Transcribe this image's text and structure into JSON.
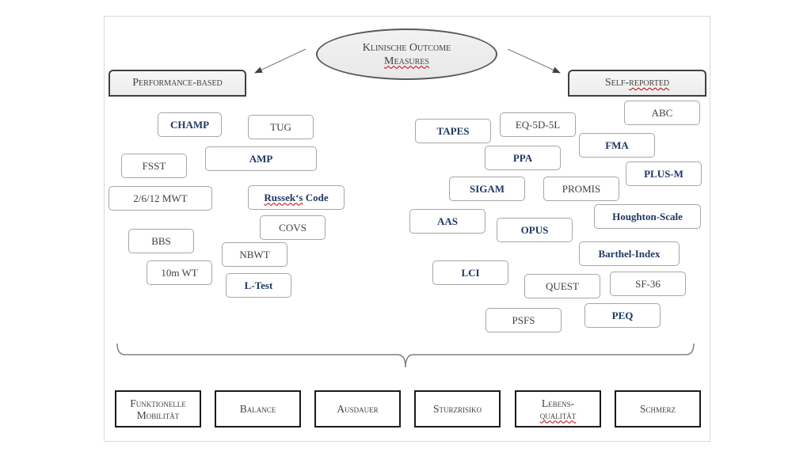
{
  "diagram": {
    "root": {
      "line1": "Klinische Outcome",
      "line2": "Measures"
    },
    "categories": {
      "performance": "Performance-based",
      "self_reported_prefix": "Self-",
      "self_reported_suffix": "reported"
    },
    "performance_measures": [
      {
        "label": "CHAMP",
        "style": "blue"
      },
      {
        "label": "TUG",
        "style": "plain"
      },
      {
        "label": "AMP",
        "style": "blue"
      },
      {
        "label": "FSST",
        "style": "plain"
      },
      {
        "label": "2/6/12 MWT",
        "style": "plain"
      },
      {
        "label_a": "Russek‘s",
        "label_b": " Code",
        "style": "blue"
      },
      {
        "label": "COVS",
        "style": "plain"
      },
      {
        "label": "BBS",
        "style": "plain"
      },
      {
        "label": "NBWT",
        "style": "plain"
      },
      {
        "label": "10m WT",
        "style": "plain"
      },
      {
        "label": "L-Test",
        "style": "blue"
      }
    ],
    "self_reported_measures": [
      {
        "label": "ABC",
        "style": "plain"
      },
      {
        "label": "TAPES",
        "style": "blue"
      },
      {
        "label": "EQ-5D-5L",
        "style": "plain"
      },
      {
        "label": "FMA",
        "style": "blue"
      },
      {
        "label": "PPA",
        "style": "blue"
      },
      {
        "label": "PLUS-M",
        "style": "blue"
      },
      {
        "label": "SIGAM",
        "style": "blue"
      },
      {
        "label": "PROMIS",
        "style": "plain"
      },
      {
        "label": "Houghton-Scale",
        "style": "blue"
      },
      {
        "label": "AAS",
        "style": "blue"
      },
      {
        "label": "OPUS",
        "style": "blue"
      },
      {
        "label": "Barthel-Index",
        "style": "blue"
      },
      {
        "label": "LCI",
        "style": "blue"
      },
      {
        "label": "QUEST",
        "style": "plain"
      },
      {
        "label": "SF-36",
        "style": "plain"
      },
      {
        "label": "PSFS",
        "style": "plain"
      },
      {
        "label": "PEQ",
        "style": "blue"
      }
    ],
    "domains": [
      {
        "line1": "Funktionelle",
        "line2": "Mobilität"
      },
      {
        "line1": "Balance",
        "line2": ""
      },
      {
        "line1": "Ausdauer",
        "line2": ""
      },
      {
        "line1": "Sturzrisiko",
        "line2": ""
      },
      {
        "line1": "Lebens-",
        "line2": "qualität"
      },
      {
        "line1": "Schmerz",
        "line2": ""
      }
    ],
    "colors": {
      "blue_text": "#1f3864",
      "plain_text": "#404040",
      "spellcheck": "#c00000"
    }
  }
}
